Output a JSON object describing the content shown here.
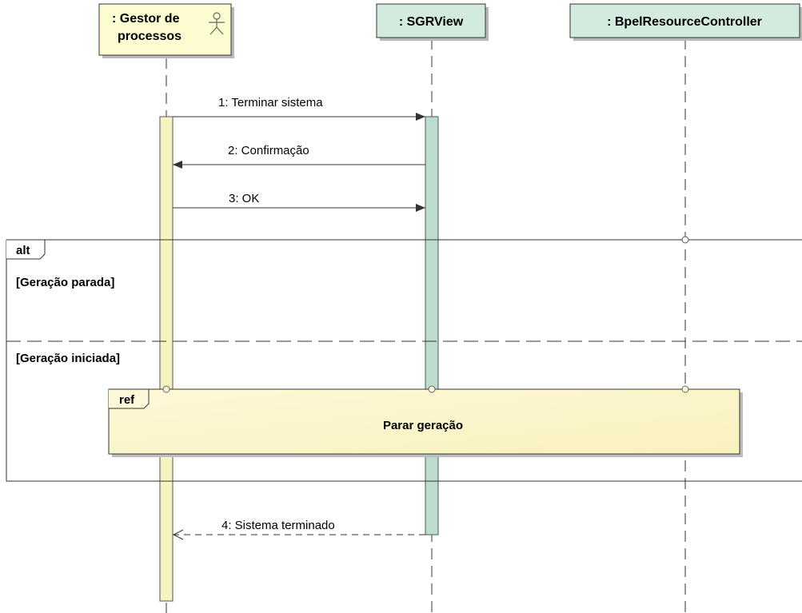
{
  "lifelines": [
    {
      "id": "gestor",
      "line1": ": Gestor de",
      "line2": "processos",
      "actor_icon": "actor-stick-figure-icon",
      "color": "#fdfbd0",
      "activation_color": "#f6f5bf"
    },
    {
      "id": "sgrview",
      "line1": ": SGRView",
      "color": "#d3ebdf",
      "activation_color": "#bcdccd"
    },
    {
      "id": "bpel",
      "line1": ": BpelResourceController",
      "color": "#d3ebdf"
    }
  ],
  "messages": [
    {
      "label": "1: Terminar sistema",
      "from": "gestor",
      "to": "sgrview",
      "style": "sync"
    },
    {
      "label": "2: Confirmação",
      "from": "sgrview",
      "to": "gestor",
      "style": "sync"
    },
    {
      "label": "3: OK",
      "from": "gestor",
      "to": "sgrview",
      "style": "sync"
    },
    {
      "label": "4: Sistema terminado",
      "from": "sgrview",
      "to": "gestor",
      "style": "reply"
    }
  ],
  "fragment": {
    "operator": "alt",
    "guard1": "[Geração parada]",
    "guard2": "[Geração iniciada]"
  },
  "interaction_use": {
    "operator": "ref",
    "label": "Parar geração",
    "color": "#fbf5c8"
  }
}
